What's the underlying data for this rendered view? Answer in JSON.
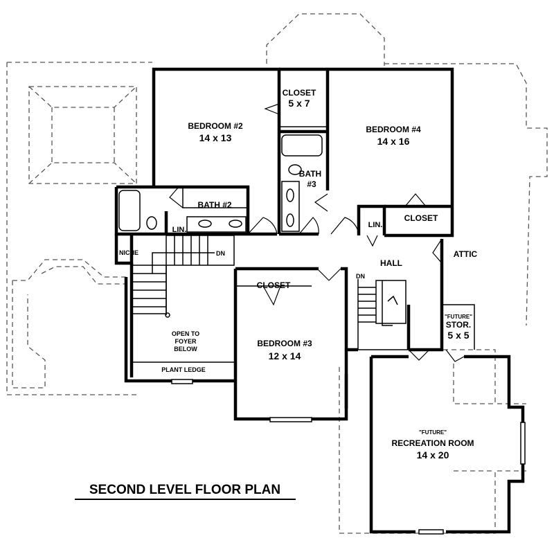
{
  "title": "SECOND LEVEL FLOOR PLAN",
  "rooms": {
    "bedroom2": {
      "name": "BEDROOM #2",
      "size": "14 x 13"
    },
    "bedroom3": {
      "name": "BEDROOM #3",
      "size": "12 x 14"
    },
    "bedroom4": {
      "name": "BEDROOM #4",
      "size": "14 x 16"
    },
    "closet_top": {
      "name": "CLOSET",
      "size": "5 x 7"
    },
    "bath2": {
      "name": "BATH #2"
    },
    "bath3": {
      "name": "BATH",
      "num": "#3"
    },
    "lin1": {
      "name": "LIN."
    },
    "lin2": {
      "name": "LIN."
    },
    "closet_b4": {
      "name": "CLOSET"
    },
    "closet_b3": {
      "name": "CLOSET"
    },
    "niche": {
      "name": "NICHE"
    },
    "hall": {
      "name": "HALL"
    },
    "attic": {
      "name": "ATTIC"
    },
    "stor": {
      "future": "\"FUTURE\"",
      "name": "STOR.",
      "size": "5 x 5"
    },
    "rec": {
      "future": "\"FUTURE\"",
      "name": "RECREATION ROOM",
      "size": "14 x 20"
    },
    "foyer": {
      "line1": "OPEN TO",
      "line2": "FOYER",
      "line3": "BELOW"
    },
    "plant_ledge": {
      "name": "PLANT LEDGE"
    },
    "dn1": {
      "name": "DN"
    },
    "dn2": {
      "name": "DN"
    }
  }
}
